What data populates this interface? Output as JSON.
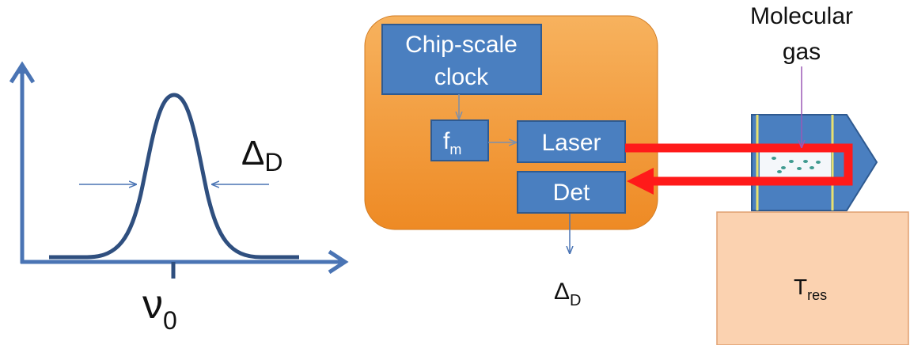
{
  "gaussian": {
    "width_symbol": "Δ",
    "width_subscript": "D",
    "center_symbol": "ν",
    "center_subscript": "0"
  },
  "device": {
    "chip_clock_line1": "Chip-scale",
    "chip_clock_line2": "clock",
    "fm_main": "f",
    "fm_subscript": "m",
    "laser": "Laser",
    "detector": "Det",
    "output_symbol": "Δ",
    "output_subscript": "D"
  },
  "gas_cell": {
    "label_line1": "Molecular",
    "label_line2": "gas"
  },
  "reservoir": {
    "symbol": "T",
    "subscript": "res"
  },
  "colors": {
    "axis_blue": "#4a74b4",
    "curve_blue": "#2f4f7f",
    "orange": "#f39a36",
    "box_blue": "#4a7fc0",
    "beam_red": "#ff1a1a",
    "reservoir_fill": "#fbd2b0",
    "cell_yellow": "#e8e070",
    "gas_teal": "#3f9a8f"
  }
}
